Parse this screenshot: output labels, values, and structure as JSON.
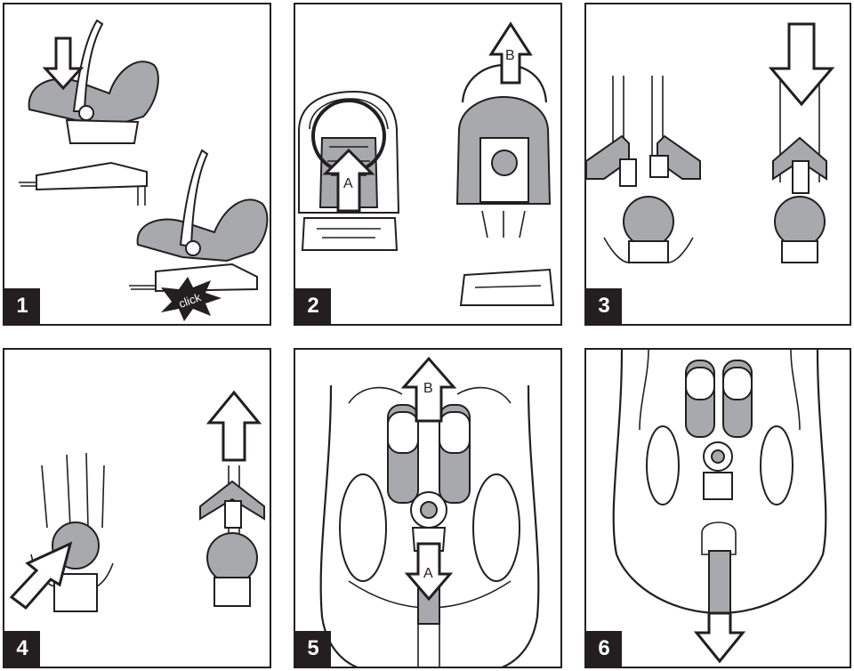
{
  "steps": [
    {
      "number": "1",
      "callouts": [
        "click"
      ]
    },
    {
      "number": "2",
      "callouts": [
        "A",
        "B"
      ]
    },
    {
      "number": "3",
      "callouts": []
    },
    {
      "number": "4",
      "callouts": []
    },
    {
      "number": "5",
      "callouts": [
        "B",
        "A"
      ]
    },
    {
      "number": "6",
      "callouts": []
    }
  ],
  "colors": {
    "ink": "#231f20",
    "grey": "#a7a9ac",
    "paper": "#ffffff"
  }
}
